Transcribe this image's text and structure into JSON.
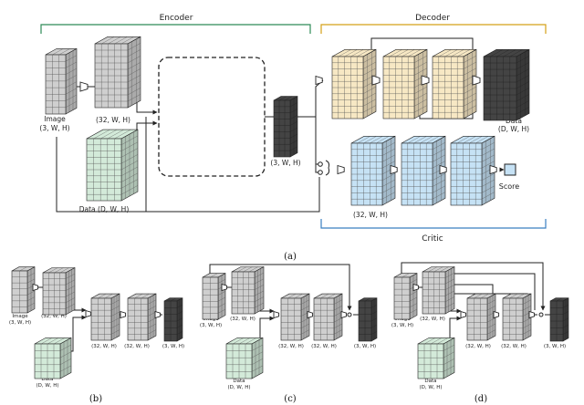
{
  "labels": {
    "encoder": "Encoder",
    "decoder": "Decoder",
    "critic": "Critic",
    "image": "Image",
    "image_shape": "(3, W, H)",
    "feat_shape": "(32, W, H)",
    "data": "Data (D, W, H)",
    "data_word": "Data",
    "data_shape": "(D, W, H)",
    "out_shape": "(3, W, H)",
    "score": "Score"
  },
  "subfigures": {
    "a": "(a)",
    "b": "(b)",
    "c": "(c)",
    "d": "(d)"
  },
  "colors": {
    "encoder": "#2e8b57",
    "decoder": "#d4a017",
    "critic": "#3a7fc1",
    "gray_cube": "#cfcfcf",
    "dark_cube": "#444444",
    "yellow_cube": "#f7e8c4",
    "green_cube": "#d3ead9",
    "blue_cube": "#c6e2f5"
  }
}
